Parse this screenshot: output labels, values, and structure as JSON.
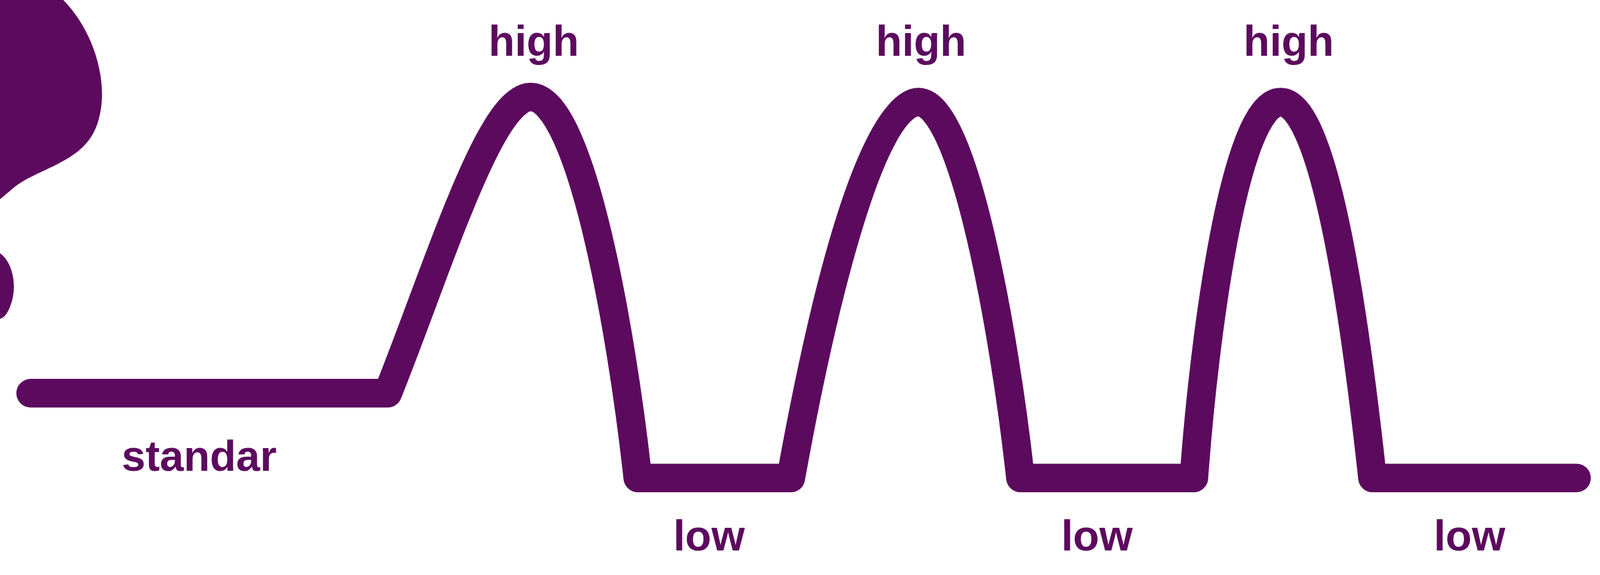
{
  "diagram": {
    "labels": [
      "high",
      "high",
      "high",
      "standar",
      "low",
      "low",
      "low"
    ]
  }
}
